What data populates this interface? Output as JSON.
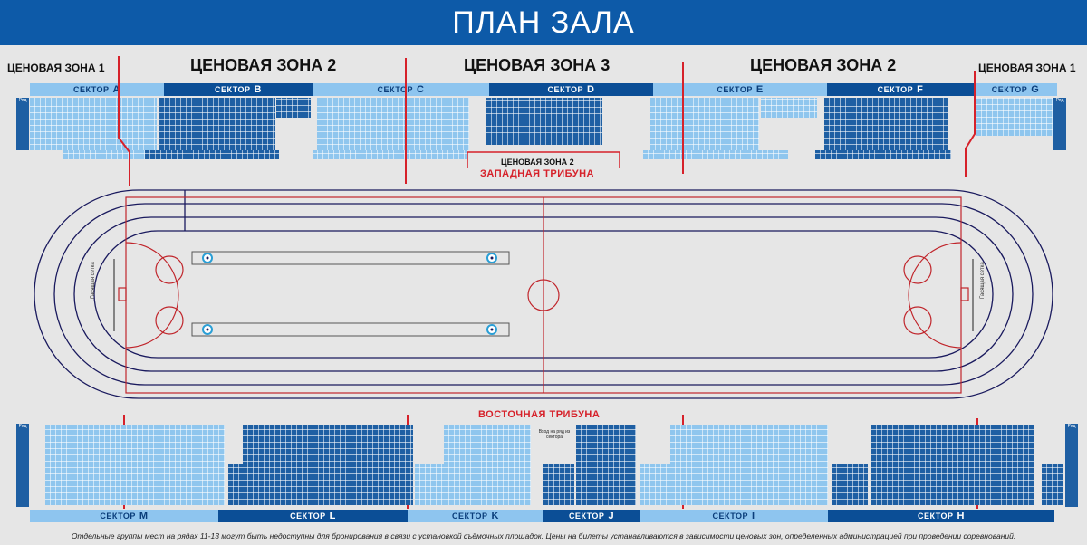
{
  "title": "ПЛАН ЗАЛА",
  "zones": {
    "zone1_left": "ЦЕНОВАЯ ЗОНА 1",
    "zone2_left": "ЦЕНОВАЯ ЗОНА 2",
    "zone3": "ЦЕНОВАЯ ЗОНА 3",
    "zone2_right": "ЦЕНОВАЯ ЗОНА 2",
    "zone1_right": "ЦЕНОВАЯ ЗОНА 1",
    "zone2_inner": "ЦЕНОВАЯ ЗОНА 2"
  },
  "sector_word": "СЕКТОР",
  "west_sectors": [
    "A",
    "B",
    "C",
    "D",
    "E",
    "F",
    "G"
  ],
  "east_sectors": [
    "M",
    "L",
    "K",
    "J",
    "I",
    "H"
  ],
  "west_tribune": "ЗАПАДНАЯ ТРИБУНА",
  "east_tribune": "ВОСТОЧНАЯ ТРИБУНА",
  "net_label": "Гасящая сетка",
  "entry_note": "Вход на ряд из сектора",
  "row_header": "Ряд",
  "footnote": "Отдельные группы мест на рядах 11-13 могут быть недоступны для бронирования в связи с установкой съёмочных площадок. Цены на билеты устанавливаются в зависимости ценовых зон, определенных администрацией при проведении соревнований.",
  "colors": {
    "header": "#0d5aa8",
    "sector_light": "#8ec5ef",
    "sector_dark": "#0b4e96",
    "zone_divider": "#d6212a",
    "track": "#1a1a5e",
    "court": "#c0252b"
  }
}
